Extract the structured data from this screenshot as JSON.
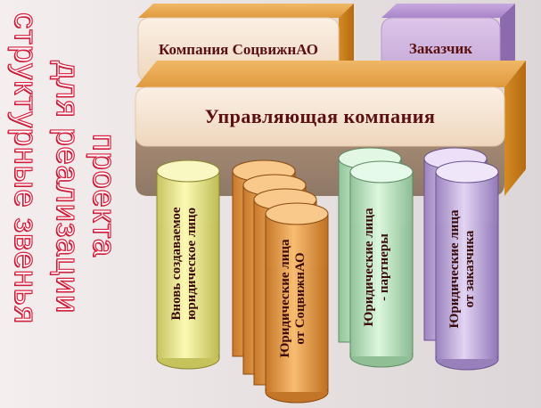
{
  "side_titles": {
    "line1": "структурные звенья",
    "line2": "для реализации",
    "line3": "проекта"
  },
  "boxes": {
    "company": "Компания СоцвижнАО",
    "customer": "Заказчик",
    "management": "Управляющая компания"
  },
  "cylinders": {
    "new_entity": [
      "Вновь создаваемое",
      "юридическое лицо"
    ],
    "from_company": [
      "Юридические лица",
      "от СоцвижнАО"
    ],
    "partners": [
      "Юридические лица",
      "- партнеры"
    ],
    "from_customer": [
      "Юридические лица",
      "от заказчика"
    ]
  },
  "colors": {
    "side_text": "#d9203f",
    "box_top_orange": "#e6a54e",
    "box_side_orange": "#c67a16",
    "box_face": "#f6e4d2",
    "customer_face": "#c9a9d8",
    "customer_side": "#8d6aad",
    "cyl_yellow": "#f0ee8c",
    "cyl_orange": "#f0a64e",
    "cyl_green": "#bfecc3",
    "cyl_purple": "#c8b2e6"
  }
}
